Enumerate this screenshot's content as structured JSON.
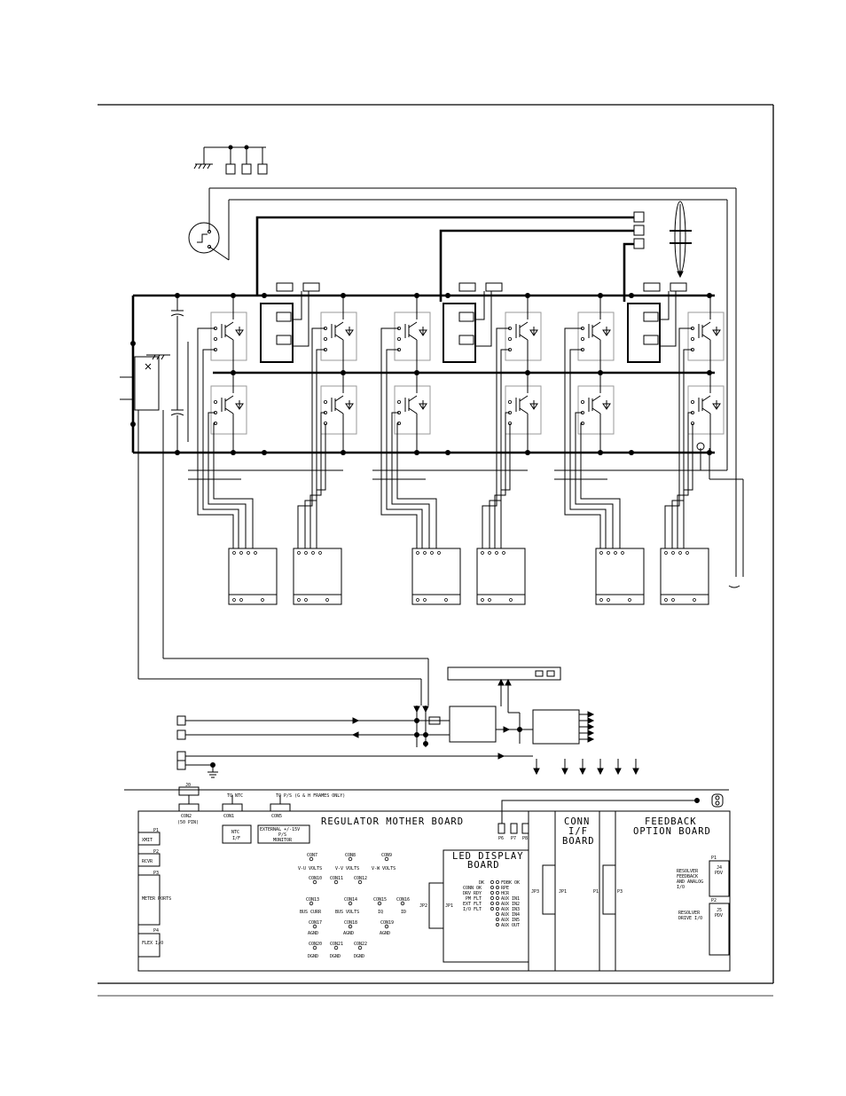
{
  "diagram": {
    "mother_board": {
      "title": "REGULATOR MOTHER BOARD",
      "header_labels": {
        "con2": "CON2",
        "con2_sub": "(50 PIN)",
        "con2_top": "J0",
        "con1": "CON1",
        "con1_top": "TO NTC",
        "con5": "CON5",
        "con5_top": "TO P/S (G & H FRAMES ONLY)"
      },
      "left_ports": [
        {
          "id": "P1",
          "label": "XMIT"
        },
        {
          "id": "P2",
          "label": "RCVR"
        },
        {
          "id": "P3",
          "label": "METER PORTS"
        },
        {
          "id": "P4",
          "label": "FLEX I/O"
        }
      ],
      "ntc_box": [
        "NTC",
        "I/F"
      ],
      "ext_box": [
        "EXTERNAL +/-15V",
        "P/S",
        "MONITOR"
      ],
      "test_points": [
        {
          "name": "CON7",
          "label": "V-U VOLTS"
        },
        {
          "name": "CON8",
          "label": "V-V VOLTS"
        },
        {
          "name": "CON9",
          "label": "V-W VOLTS"
        },
        {
          "name": "CON10",
          "label": ""
        },
        {
          "name": "CON11",
          "label": ""
        },
        {
          "name": "CON12",
          "label": ""
        },
        {
          "name": "CON13",
          "label": "BUS CURR"
        },
        {
          "name": "CON14",
          "label": "BUS VOLTS"
        },
        {
          "name": "CON15",
          "label": "IQ"
        },
        {
          "name": "CON16",
          "label": "ID"
        },
        {
          "name": "CON17",
          "label": "AGND"
        },
        {
          "name": "CON18",
          "label": "AGND"
        },
        {
          "name": "CON19",
          "label": "AGND"
        },
        {
          "name": "CON20",
          "label": "DGND"
        },
        {
          "name": "CON21",
          "label": "DGND"
        },
        {
          "name": "CON22",
          "label": "DGND"
        }
      ],
      "jumpers": [
        "P6",
        "P7",
        "P8"
      ],
      "jp2": "JP2"
    },
    "led_board": {
      "title": [
        "LED DISPLAY",
        "BOARD"
      ],
      "jp1": "JP1",
      "left_leds": [
        "DK",
        "CONN OK",
        "DRV RDY",
        "PM FLT",
        "EXT FLT",
        "I/O FLT"
      ],
      "right_leds": [
        "FDBK OK",
        "RPE",
        "HCR",
        "AUX IN1",
        "AUX IN2",
        "AUX IN3",
        "AUX IN4",
        "AUX IN5",
        "AUX OUT"
      ]
    },
    "conn_board": {
      "title": [
        "CONN",
        "I/F",
        "BOARD"
      ],
      "jp3": "JP3",
      "jp1": "JP1",
      "p1": "P1"
    },
    "feedback_board": {
      "title": [
        "FEEDBACK",
        "OPTION BOARD"
      ],
      "p3": "P3",
      "resolver_feedback": [
        "RESOLVER",
        "FEEDBACK",
        "AND ANALOG",
        "I/O"
      ],
      "j4": [
        "P1",
        "J4",
        "PDV"
      ],
      "resolver_drive": [
        "RESOLVER",
        "DRIVE I/O"
      ],
      "j5": [
        "P2",
        "J5",
        "PDV"
      ]
    }
  },
  "colors": {
    "ink": "#000000",
    "module_gray": "#999999",
    "paper": "#ffffff"
  }
}
